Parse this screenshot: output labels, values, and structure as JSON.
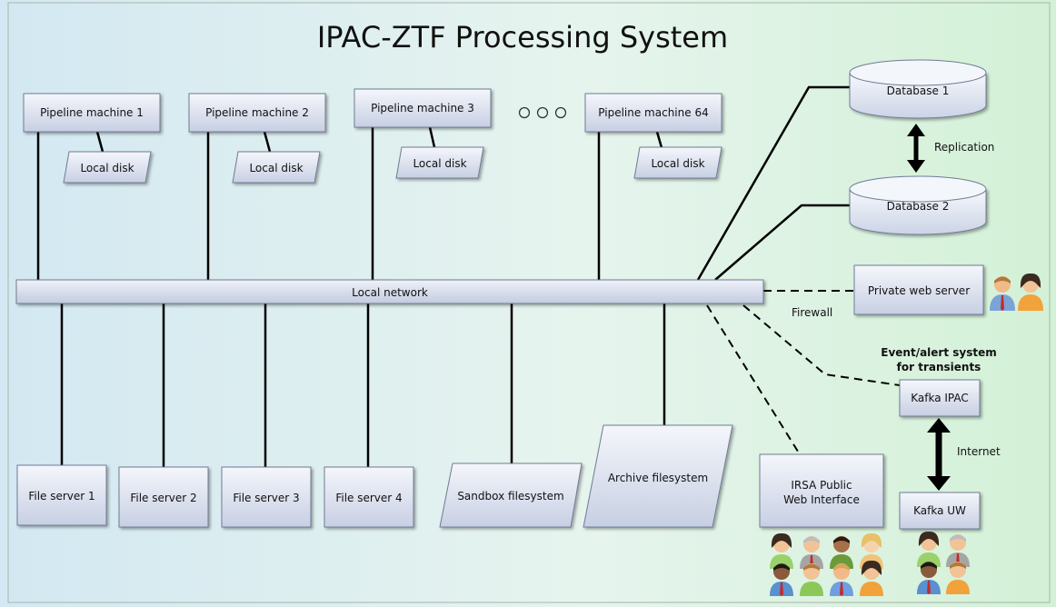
{
  "title": "IPAC-ZTF Processing System",
  "ellipsis": "ooo",
  "pipeline_machines": [
    {
      "label": "Pipeline machine 1",
      "disk": "Local disk"
    },
    {
      "label": "Pipeline machine 2",
      "disk": "Local disk"
    },
    {
      "label": "Pipeline machine 3",
      "disk": "Local disk"
    },
    {
      "label": "Pipeline machine 64",
      "disk": "Local disk"
    }
  ],
  "network": "Local network",
  "databases": [
    "Database 1",
    "Database 2"
  ],
  "replication": "Replication",
  "private_web_server": "Private web server",
  "firewall": "Firewall",
  "event_system": [
    "Event/alert system",
    "for transients"
  ],
  "kafka_ipac": "Kafka IPAC",
  "internet": "Internet",
  "kafka_uw": "Kafka UW",
  "file_servers": [
    "File server 1",
    "File server 2",
    "File server 3",
    "File server 4"
  ],
  "sandbox": "Sandbox filesystem",
  "archive": "Archive filesystem",
  "irsa": [
    "IRSA Public",
    "Web Interface"
  ],
  "colors": {
    "box_top": "#f3f5fa",
    "box_bottom": "#c9d1e4",
    "box_stroke": "#6f7c95",
    "bg_left": "#d4e9f3",
    "bg_right": "#d5f2d8"
  }
}
